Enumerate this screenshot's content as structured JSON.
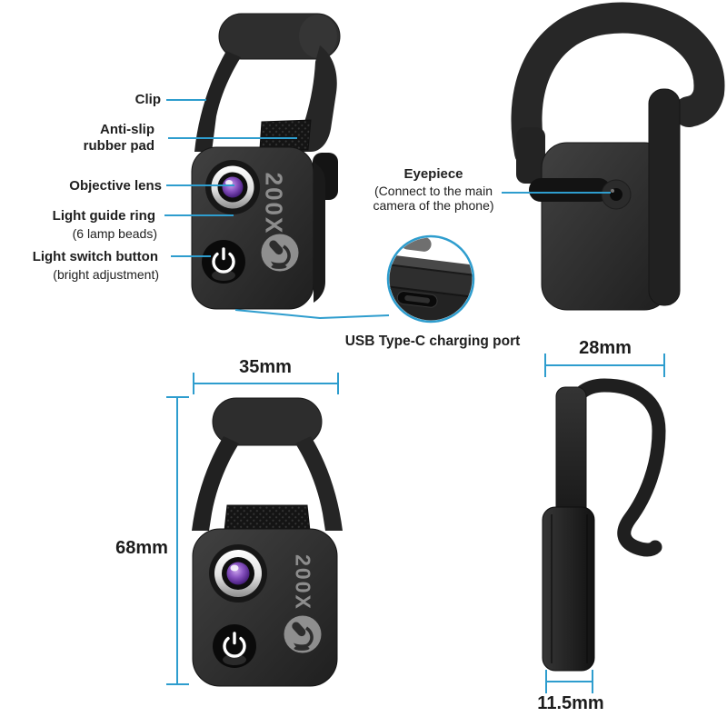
{
  "labels": {
    "clip": "Clip",
    "anti_slip": "Anti-slip\nrubber pad",
    "objective_lens": "Objective lens",
    "light_guide_ring": "Light guide ring",
    "light_guide_ring_note": "(6 lamp beads)",
    "light_switch": "Light switch button",
    "light_switch_note": "(bright adjustment)",
    "eyepiece": "Eyepiece",
    "eyepiece_note": "(Connect to the main\ncamera of the phone)",
    "usb_port": "USB Type-C charging port"
  },
  "dimensions": {
    "front_width": "35mm",
    "front_height": "68mm",
    "side_depth": "28mm",
    "side_thickness": "11.5mm"
  },
  "device": {
    "magnification": "200X"
  },
  "icons": {
    "power": "power-icon",
    "logo": "microscope-logo-icon"
  },
  "colors": {
    "accent_line": "#2e9dce",
    "label_text": "#202020",
    "device_body": "#262626",
    "lens_purple": "#7c46b0",
    "engraving_gray": "#8d8d8d"
  }
}
